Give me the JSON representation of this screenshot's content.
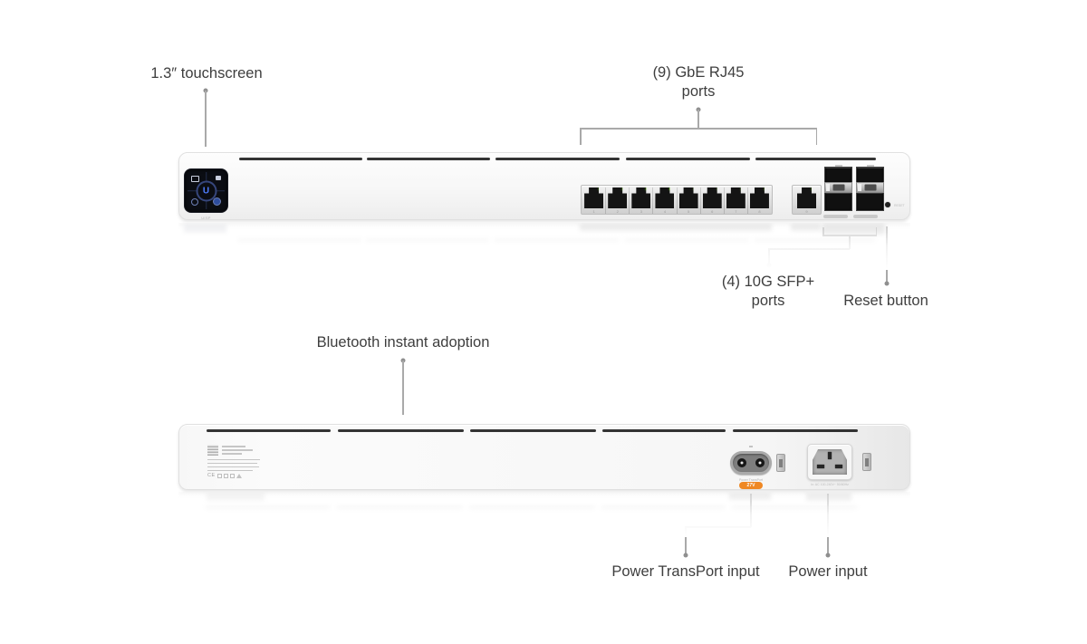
{
  "colors": {
    "label_text": "#3e3e3e",
    "callout_line": "#a9a9a9",
    "accent_orange": "#ef8824",
    "led_green": "#7bd62a",
    "logo_blue": "#4f7dff"
  },
  "callouts": {
    "touchscreen": "1.3″ touchscreen",
    "rj45_line1": "(9) GbE RJ45",
    "rj45_line2": "ports",
    "sfp_line1": "(4) 10G SFP+",
    "sfp_line2": "ports",
    "reset": "Reset button",
    "bluetooth": "Bluetooth instant adoption",
    "power_transport": "Power TransPort input",
    "power_input": "Power input"
  },
  "front_panel": {
    "screen_logo": "U",
    "screen_caption": "UISP",
    "port_numbers": [
      "1",
      "2",
      "3",
      "4",
      "5",
      "6",
      "7",
      "8"
    ],
    "uplink_port_number": "9",
    "reset_caption": "RESET"
  },
  "back_panel": {
    "transport_caption": "Power TransPort",
    "transport_badge": "27V",
    "power_caption": "In: AC 100-240V~ 50/60Hz",
    "regulatory_mark": "CE"
  }
}
